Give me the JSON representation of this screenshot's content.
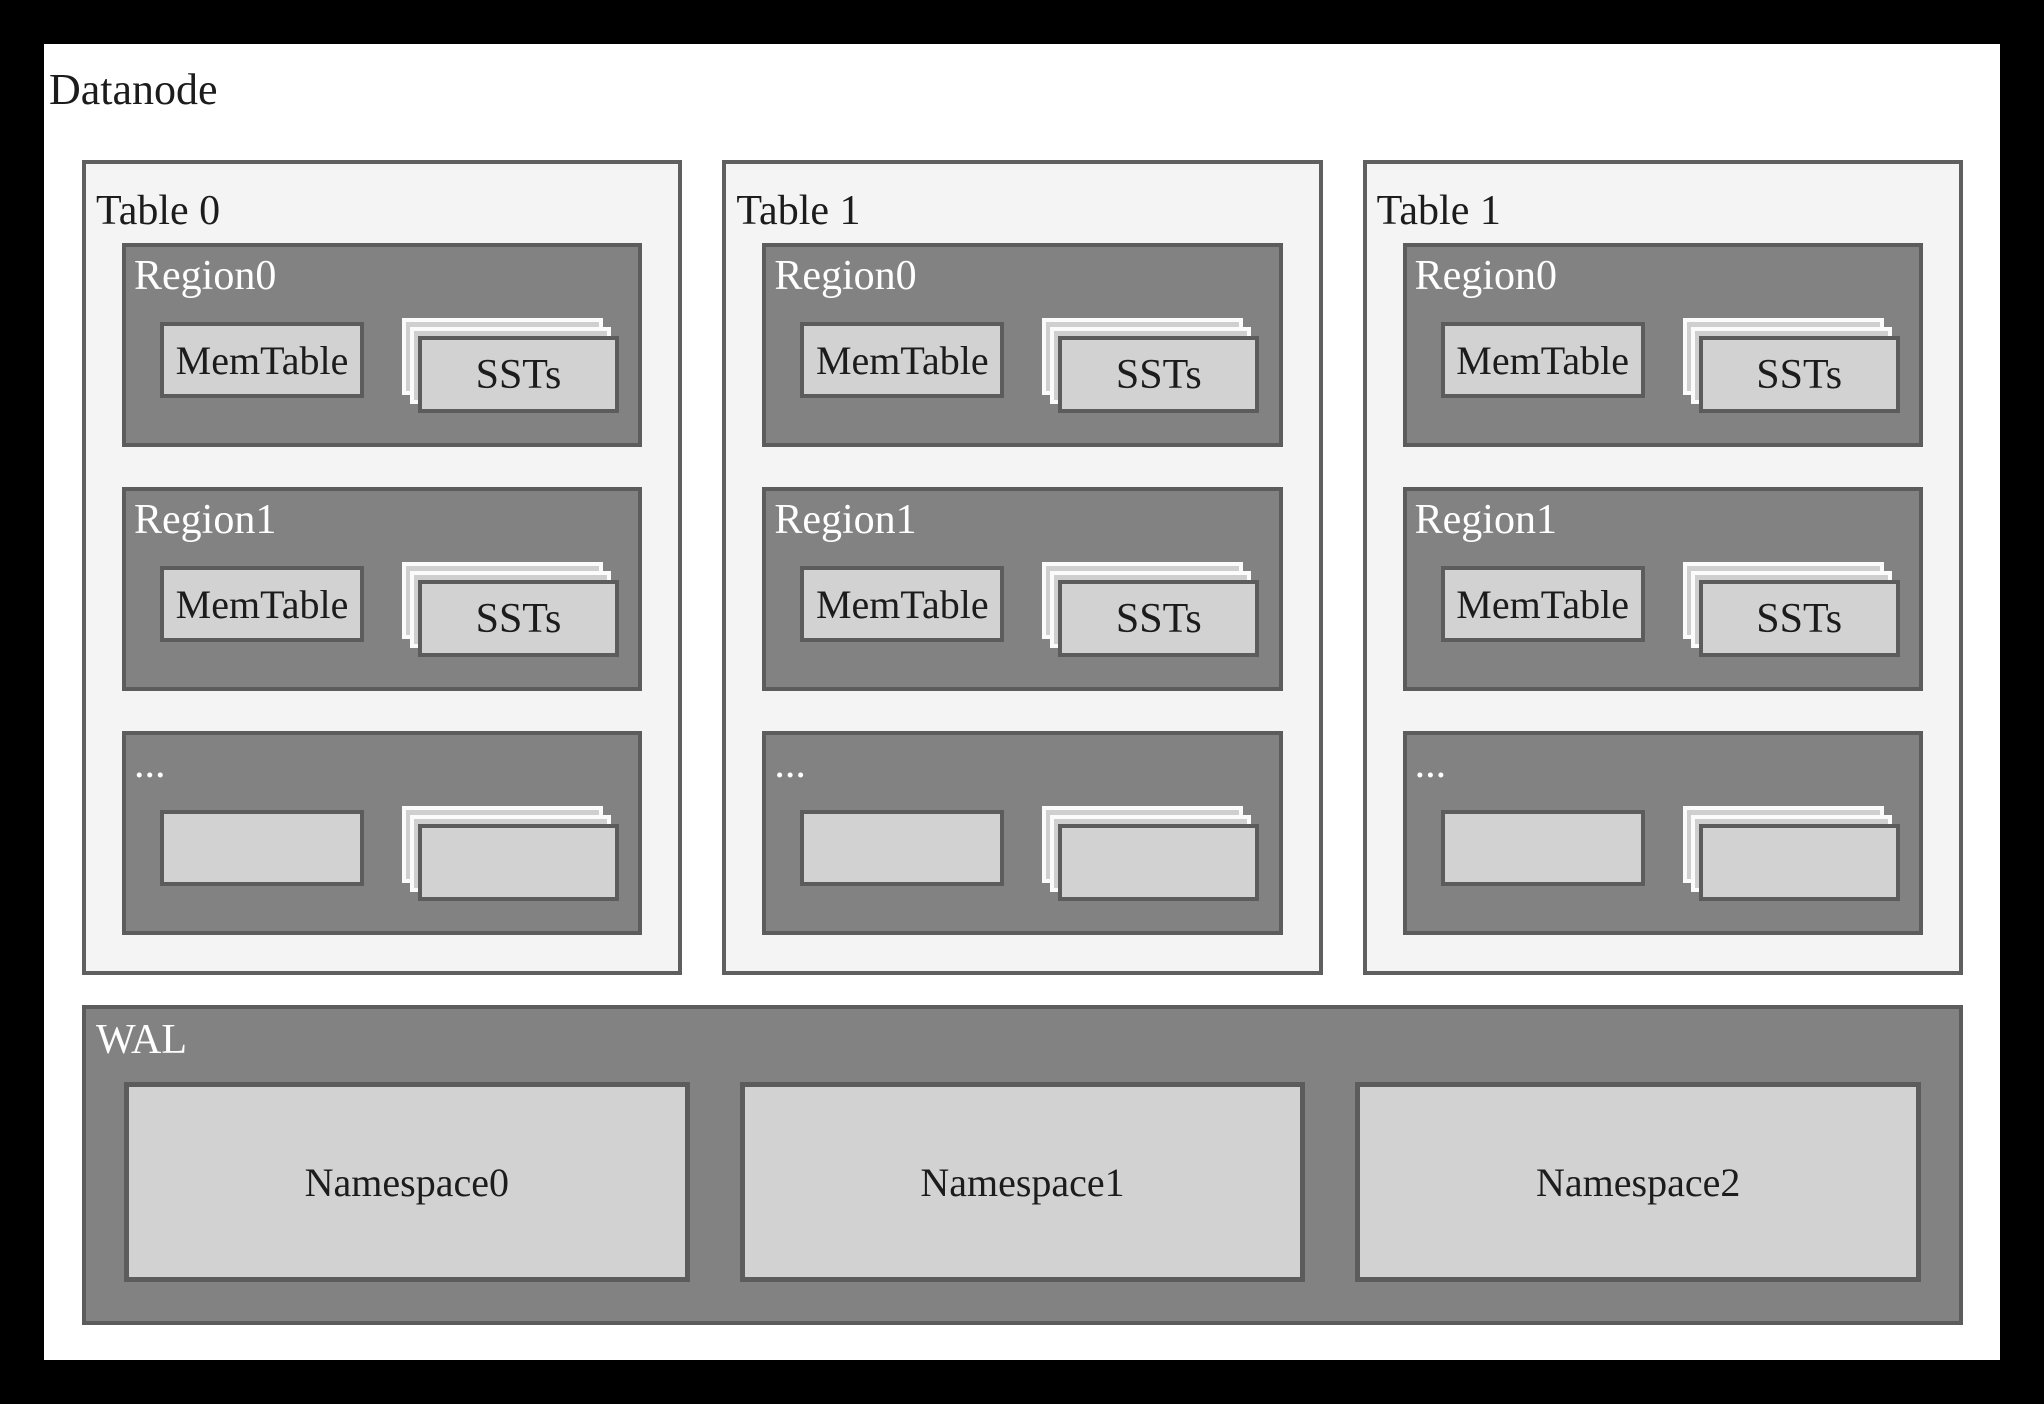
{
  "page_title": "Datanode",
  "tables": [
    {
      "label": "Table 0",
      "regions": [
        {
          "label": "Region0",
          "memtable_label": "MemTable",
          "ssts_label": "SSTs"
        },
        {
          "label": "Region1",
          "memtable_label": "MemTable",
          "ssts_label": "SSTs"
        },
        {
          "label": "...",
          "memtable_label": "",
          "ssts_label": ""
        }
      ]
    },
    {
      "label": "Table 1",
      "regions": [
        {
          "label": "Region0",
          "memtable_label": "MemTable",
          "ssts_label": "SSTs"
        },
        {
          "label": "Region1",
          "memtable_label": "MemTable",
          "ssts_label": "SSTs"
        },
        {
          "label": "...",
          "memtable_label": "",
          "ssts_label": ""
        }
      ]
    },
    {
      "label": "Table 1",
      "regions": [
        {
          "label": "Region0",
          "memtable_label": "MemTable",
          "ssts_label": "SSTs"
        },
        {
          "label": "Region1",
          "memtable_label": "MemTable",
          "ssts_label": "SSTs"
        },
        {
          "label": "...",
          "memtable_label": "",
          "ssts_label": ""
        }
      ]
    }
  ],
  "wal": {
    "label": "WAL",
    "namespaces": [
      {
        "label": "Namespace0"
      },
      {
        "label": "Namespace1"
      },
      {
        "label": "Namespace2"
      }
    ]
  },
  "colors": {
    "frame": "#000000",
    "canvas": "#ffffff",
    "table_fill": "#f4f4f4",
    "table_border": "#5f5f5f",
    "region_fill": "#828282",
    "region_border": "#5c5c5c",
    "box_fill": "#d2d2d2",
    "box_border": "#5c5c5c",
    "stack_back_fill": "#cfcfcf",
    "stack_back_border": "#fbfbfb",
    "text_dark": "#1c1c1c",
    "text_light": "#ffffff"
  }
}
